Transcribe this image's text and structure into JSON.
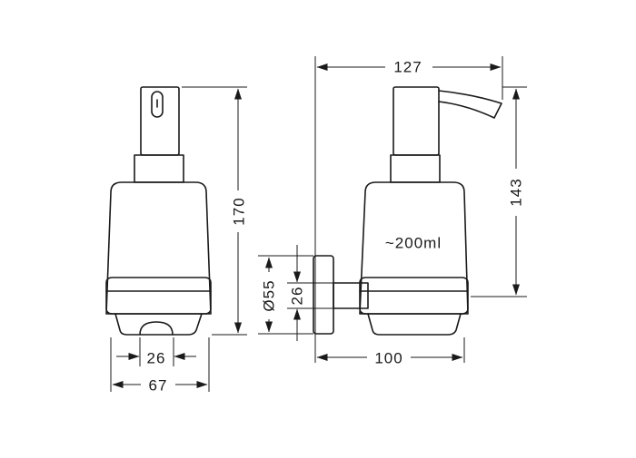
{
  "dimensions": {
    "front_base_width": "26",
    "front_total_width": "67",
    "front_height": "170",
    "projection": "127",
    "wall_depth": "100",
    "height_side": "143",
    "rose_diameter": "Ø55",
    "bracket_height": "26",
    "capacity": "~200ml"
  }
}
